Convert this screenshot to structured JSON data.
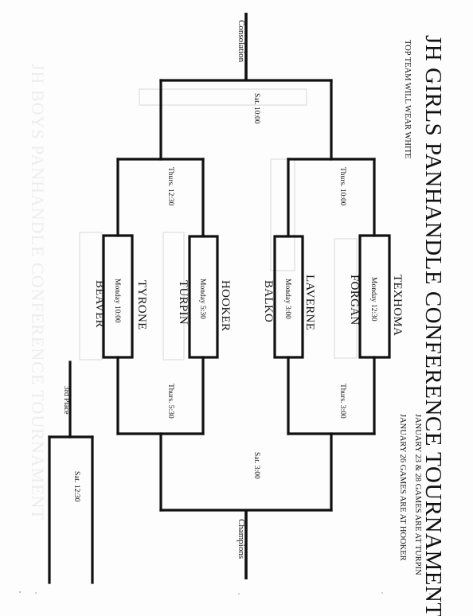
{
  "title": "JH GIRLS PANHANDLE CONFERENCE TOURNAMENT",
  "notes": {
    "top_team": "TOP TEAM WILL WEAR WHITE",
    "dates_line1": "JANUARY 23 & 28 GAMES ARE AT TURPIN",
    "dates_line2": "JANUARY 26 GAMES ARE AT HOOKER"
  },
  "teams": [
    "TEXHOMA",
    "FORGAN",
    "LAVERNE",
    "BALKO",
    "HOOKER",
    "TURPIN",
    "TYRONE",
    "BEAVER"
  ],
  "first_round": [
    {
      "time": "Monday 12:30"
    },
    {
      "time": "Monday 3:00"
    },
    {
      "time": "Monday 5:30"
    },
    {
      "time": "Monday 10:00"
    }
  ],
  "semifinals": [
    {
      "winners_time": "Thurs. 3:00",
      "losers_time": "Thurs. 10:00"
    },
    {
      "winners_time": "Thurs. 5:30",
      "losers_time": "Thurs. 12:30"
    }
  ],
  "finals": {
    "champions_label": "Champions",
    "champions_time": "Sat. 3:00",
    "consolation_label": "Consolation",
    "consolation_time": "Sat. 10:00",
    "third_label": "3rd Place",
    "third_time": "Sat. 12:30"
  },
  "ghost_text": "JH BOYS PANHANDLE CONFERENCE TOURNAMENT"
}
